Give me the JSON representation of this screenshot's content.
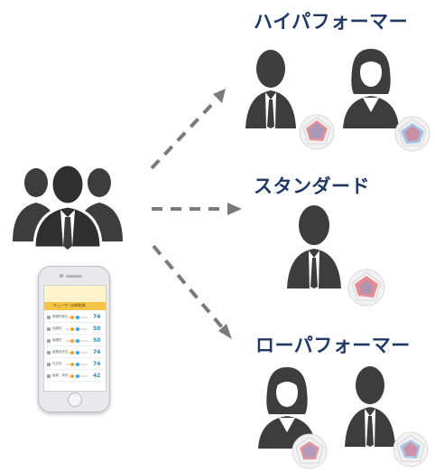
{
  "groups": {
    "high_performer": "ハイパフォーマー",
    "standard": "スタンダード",
    "low_performer": "ローパフォーマー"
  },
  "icons": {
    "group": "people-group-icon",
    "male": "male-person-icon",
    "female": "female-person-icon",
    "chart": "radar-chart-icon",
    "phone": "smartphone-icon"
  },
  "colors": {
    "label": "#1f3864",
    "silhouette": "#3d3d3d",
    "arrow": "#7a7a7a",
    "radar_fill": "#e0707a",
    "radar_fill2": "#6fa0d8",
    "app_accent": "#f6c445",
    "score": "#2f86c7"
  },
  "app": {
    "banner": "チェーザー診断結果",
    "rows": [
      {
        "label": "積極的実行",
        "score": "74"
      },
      {
        "label": "協調性",
        "score": "50"
      },
      {
        "label": "論理的",
        "score": "50"
      },
      {
        "label": "感情安定性",
        "score": "74"
      },
      {
        "label": "社交性",
        "score": "74"
      },
      {
        "label": "誠実・責任",
        "score": "42"
      }
    ]
  }
}
